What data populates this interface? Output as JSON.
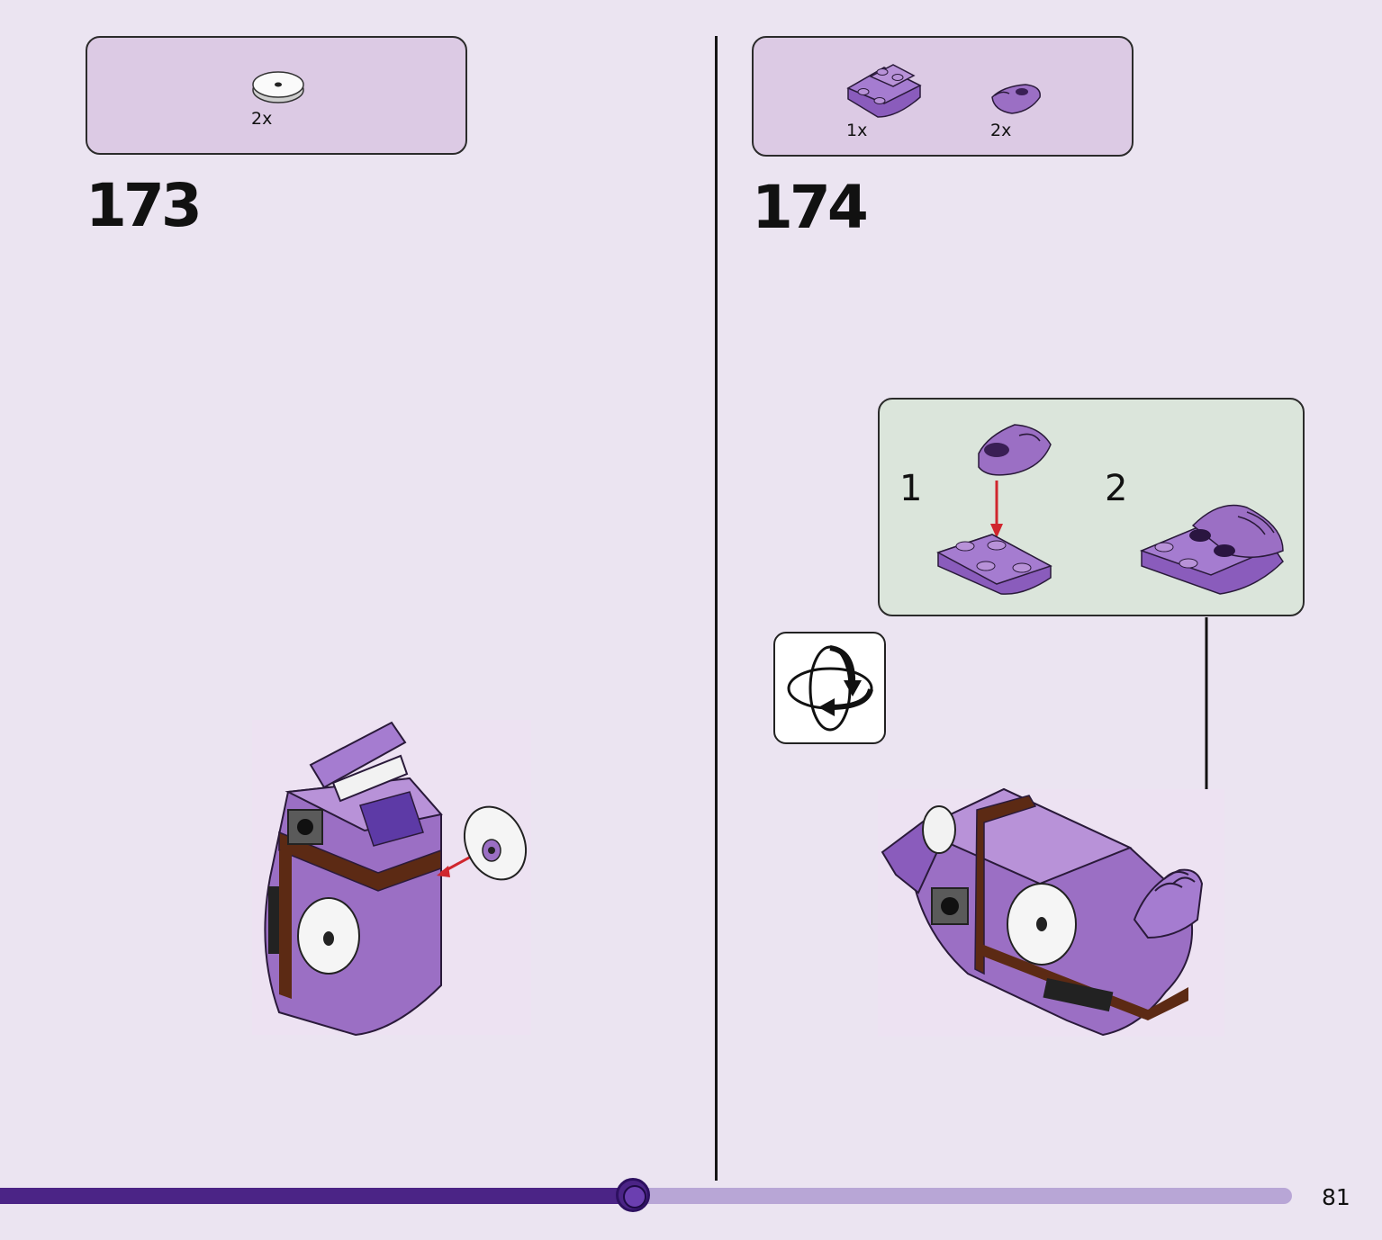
{
  "steps": [
    {
      "number": "173",
      "parts": [
        {
          "qty": "2x",
          "icon": "white-round-tile-icon"
        }
      ]
    },
    {
      "number": "174",
      "parts": [
        {
          "qty": "1x",
          "icon": "purple-wedge-plate-icon"
        },
        {
          "qty": "2x",
          "icon": "purple-clip-plate-icon"
        }
      ],
      "sub_steps": [
        {
          "number": "1"
        },
        {
          "number": "2"
        }
      ]
    }
  ],
  "progress": {
    "fraction": 0.49
  },
  "page_number": "81",
  "colors": {
    "background": "#ebe4f1",
    "parts_box": "#dccae4",
    "sub_box": "#dbe5db",
    "brick_purple": "#9b6fc4",
    "progress_fill": "#4b2486",
    "progress_track": "#b8a6d6",
    "arrow_red": "#d0262e"
  }
}
